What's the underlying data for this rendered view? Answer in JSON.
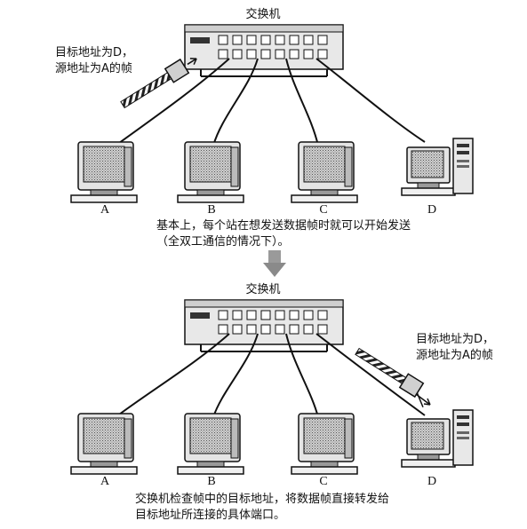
{
  "top": {
    "switch_label": "交换机",
    "frame_note_line1": "目标地址为D，",
    "frame_note_line2": "源地址为A的帧",
    "computers": [
      "A",
      "B",
      "C",
      "D"
    ],
    "caption_line1": "基本上，每个站在想发送数据帧时就可以开始发送",
    "caption_line2": "（全双工通信的情况下）。"
  },
  "bottom": {
    "switch_label": "交换机",
    "frame_note_line1": "目标地址为D，",
    "frame_note_line2": "源地址为A的帧",
    "computers": [
      "A",
      "B",
      "C",
      "D"
    ],
    "caption_line1": "交换机检查帧中的目标地址，将数据帧直接转发给",
    "caption_line2": "目标地址所连接的具体端口。"
  },
  "icons": {
    "switch": "network-switch-icon",
    "crt_computer": "crt-computer-icon",
    "tower_computer": "tower-computer-icon",
    "frame": "data-frame-icon",
    "flow_arrow": "down-arrow-icon"
  }
}
